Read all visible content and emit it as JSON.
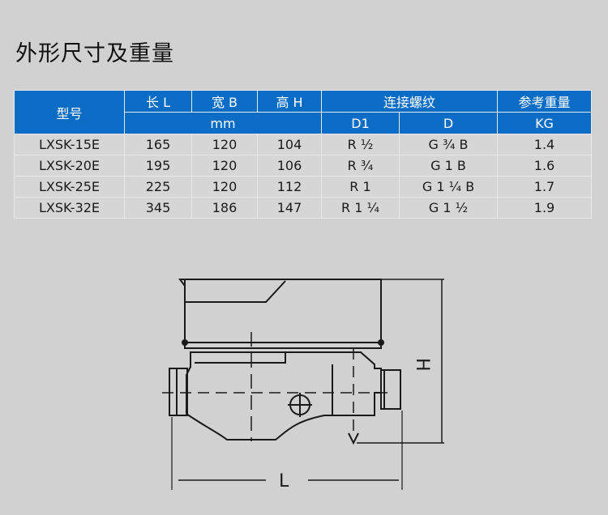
{
  "page": {
    "title": "外形尺寸及重量"
  },
  "table": {
    "headers": {
      "model": "型号",
      "length": "长 L",
      "width": "宽 B",
      "height": "高 H",
      "thread": "连接螺纹",
      "weight": "参考重量",
      "unit_mm": "mm",
      "d1": "D1",
      "d": "D",
      "unit_kg": "KG"
    },
    "rows": [
      {
        "model": "LXSK-15E",
        "l": "165",
        "b": "120",
        "h": "104",
        "d1": "R ½",
        "d": "G ¾ B",
        "kg": "1.4"
      },
      {
        "model": "LXSK-20E",
        "l": "195",
        "b": "120",
        "h": "106",
        "d1": "R ¾",
        "d": "G 1 B",
        "kg": "1.6"
      },
      {
        "model": "LXSK-25E",
        "l": "225",
        "b": "120",
        "h": "112",
        "d1": "R 1",
        "d": "G 1 ¼ B",
        "kg": "1.7"
      },
      {
        "model": "LXSK-32E",
        "l": "345",
        "b": "186",
        "h": "147",
        "d1": "R 1 ¼",
        "d": "G 1 ½",
        "kg": "1.9"
      }
    ]
  },
  "drawing": {
    "label_h": "H",
    "label_l": "L"
  }
}
